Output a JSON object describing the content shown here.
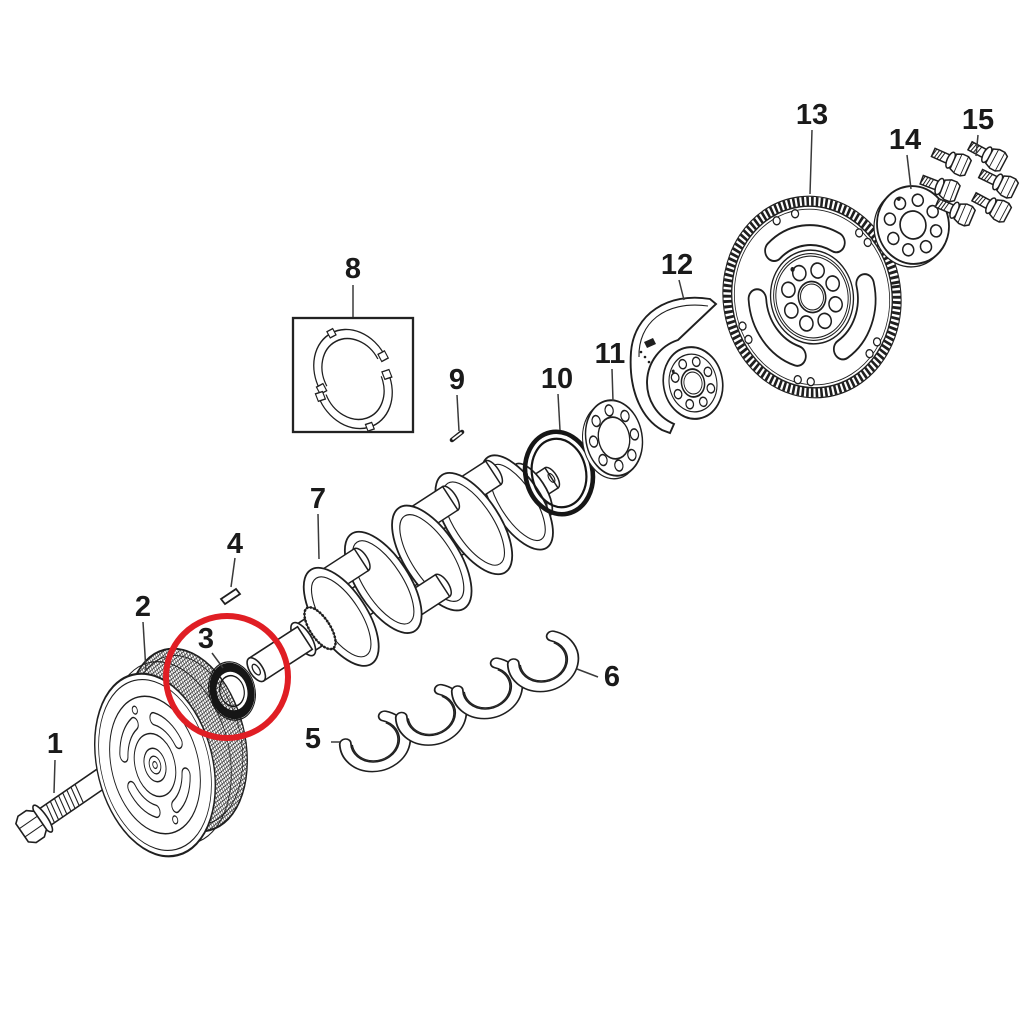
{
  "colors": {
    "background": "#ffffff",
    "line": "#1f1f1f",
    "label": "#1a1a1a",
    "leader": "#3a3a3a",
    "highlight": "#e01e24"
  },
  "highlight": {
    "shape": "circle",
    "color": "#e01e24",
    "around_callout": "3"
  },
  "callouts": [
    {
      "num": "1"
    },
    {
      "num": "2"
    },
    {
      "num": "3"
    },
    {
      "num": "4"
    },
    {
      "num": "5"
    },
    {
      "num": "6"
    },
    {
      "num": "7"
    },
    {
      "num": "8"
    },
    {
      "num": "9"
    },
    {
      "num": "10"
    },
    {
      "num": "11"
    },
    {
      "num": "12"
    },
    {
      "num": "13"
    },
    {
      "num": "14"
    },
    {
      "num": "15"
    }
  ]
}
